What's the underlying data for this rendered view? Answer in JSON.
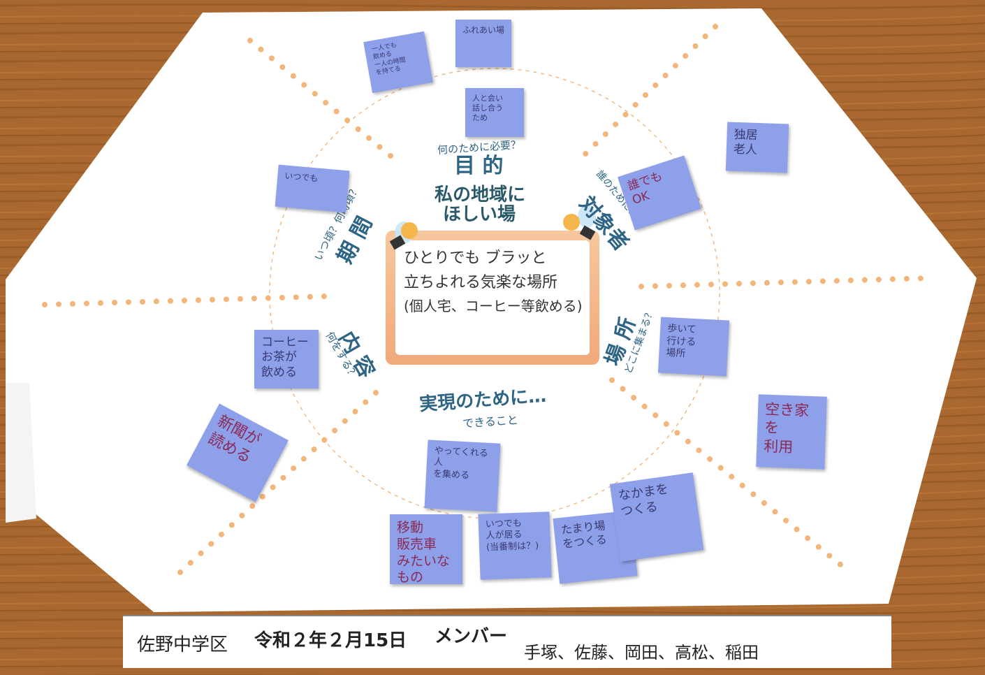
{
  "center": {
    "title_line1": "私の地域に",
    "title_line2": "ほしい場",
    "frame_line1": "ひとりでも ブラッと",
    "frame_line2": "立ちよれる気楽な場所",
    "frame_line3": "(個人宅、コーヒー等飲める)"
  },
  "categories": {
    "purpose_label": "目 的",
    "purpose_question": "何のために必要？",
    "target_label": "対象者",
    "target_question": "誰のために？",
    "period_label": "期 間",
    "period_question": "いつ頃？何時頃？",
    "content_label": "内 容",
    "content_question": "何をする？",
    "place_label": "場 所",
    "place_question": "どこに集まる？",
    "realize_label": "実現のために…",
    "realize_question": "できること"
  },
  "notes": {
    "fureai": "ふれあい場",
    "hitori": "一人でも\n飲める\n一人の時間\nを持てる",
    "hito_to": "人と会い\n話し合う\nため",
    "dokkyo": "独居\n老人",
    "daredemo": "誰でも\nOK",
    "itsudemo_period": "いつでも",
    "coffee": "コーヒー\nお茶が\n飲める",
    "shinbun": "新聞が\n読める",
    "aruite": "歩いて\n行ける\n場所",
    "akiya": "空き家を\n利用",
    "yattekureru": "やってくれる人\nを集める",
    "idou": "移動\n販売車\nみたいなもの",
    "itsudemo_hito": "いつでも\n人が居る\n(当番制は？)",
    "tamariba": "たまり場\nをつくる",
    "nakama": "なかまを\nつくる"
  },
  "footer": {
    "district": "佐野中学区",
    "date": "令和２年２月15日",
    "members_label": "メンバー",
    "members": "手塚、佐藤、岡田、高松、稲田"
  },
  "colors": {
    "sticky": "#8ea0ea",
    "dots": "#f2b57a",
    "label": "#2e6585",
    "table": "#a8662e"
  }
}
